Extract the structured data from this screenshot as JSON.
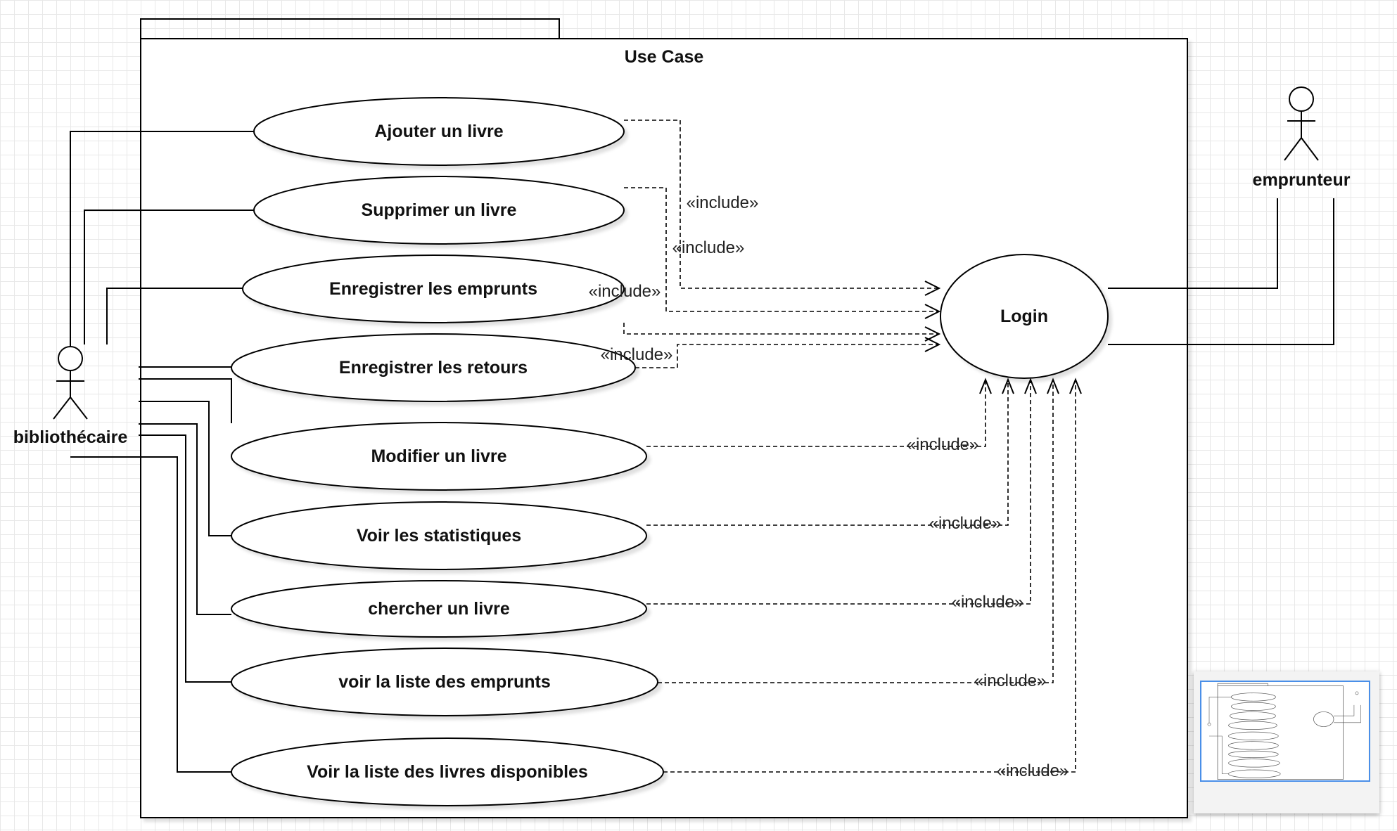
{
  "diagram": {
    "system_title": "Use Case",
    "actors": {
      "librarian": "bibliothécaire",
      "borrower": "emprunteur"
    },
    "use_cases": [
      "Ajouter un livre",
      "Supprimer un livre",
      "Enregistrer les emprunts",
      "Enregistrer les retours",
      "Modifier un livre",
      "Voir les statistiques",
      "chercher un livre",
      "voir la liste des emprunts",
      "Voir la liste des livres disponibles"
    ],
    "login": "Login",
    "include_label": "«include»"
  }
}
